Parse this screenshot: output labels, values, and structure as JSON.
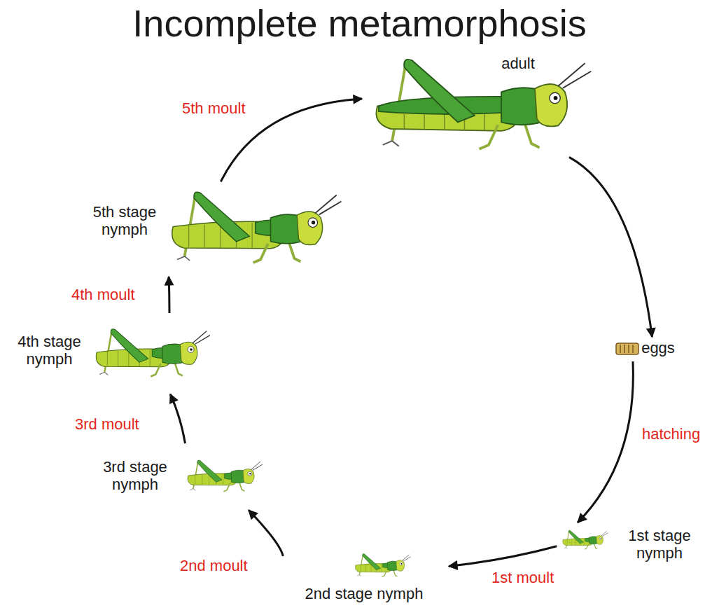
{
  "diagram": {
    "title": "Incomplete metamorphosis",
    "nodes": [
      {
        "text": [
          "adult"
        ]
      },
      {
        "text": [
          "eggs"
        ]
      },
      {
        "text": [
          "1st stage nymph"
        ]
      },
      {
        "text": [
          "2nd stage nymph"
        ]
      },
      {
        "text": [
          "3rd stage nymph"
        ]
      },
      {
        "text": [
          "4th stage nymph"
        ]
      },
      {
        "text": [
          "5th stage nymph"
        ]
      }
    ],
    "edges": [
      {
        "from": 0,
        "to": 1,
        "arrow": "to"
      },
      {
        "from": 1,
        "to": 2,
        "label": "hatching",
        "arrow": "to"
      },
      {
        "from": 2,
        "to": 3,
        "label": "1st moult",
        "arrow": "to"
      },
      {
        "from": 3,
        "to": 4,
        "label": "2nd moult",
        "arrow": "to"
      },
      {
        "from": 4,
        "to": 5,
        "label": "3rd moult",
        "arrow": "to"
      },
      {
        "from": 5,
        "to": 6,
        "label": "4th moult",
        "arrow": "to"
      },
      {
        "from": 6,
        "to": 0,
        "label": "5th moult",
        "arrow": "to"
      }
    ]
  }
}
